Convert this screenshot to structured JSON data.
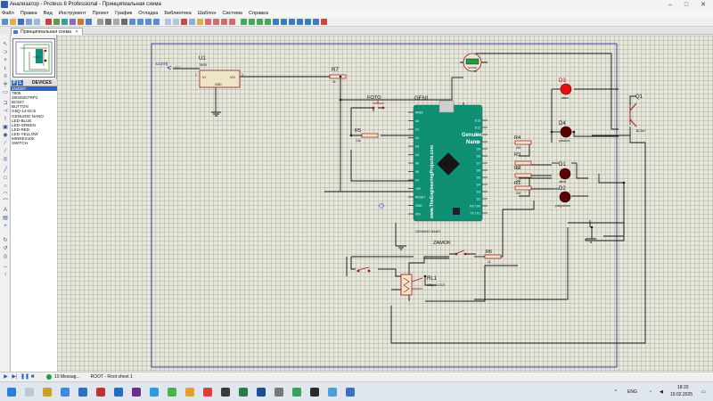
{
  "window": {
    "title": "Анализатор - Proteus 8 Professional - Принципиальная схема",
    "minimize": "–",
    "maximize": "□",
    "close": "✕"
  },
  "menu": [
    "Файл",
    "Правка",
    "Вид",
    "Инструмент",
    "Проект",
    "График",
    "Отладка",
    "Библиотека",
    "Шаблон",
    "Система",
    "Справка"
  ],
  "tabs": {
    "active": "Принципиальная схема"
  },
  "devices": {
    "p_label": "P",
    "l_label": "L",
    "title": "DEVICES",
    "items": [
      "1N4007",
      "7805",
      "28045207RP2",
      "BC547",
      "BUTTON",
      "G5Q-14-DC5",
      "GENUINO NANO",
      "LED-BLUE",
      "LED-GREEN",
      "LED-RED",
      "LED-YELLOW",
      "MINRES10K",
      "SWITCH"
    ],
    "selected_index": 0
  },
  "schematic": {
    "u1": {
      "ref": "U1",
      "part": "7805",
      "vi": "VI",
      "vo": "VO",
      "gnd": "GND",
      "pin1": "1",
      "pin3": "3"
    },
    "input": {
      "label": "U1(VI)",
      "value": "5VS"
    },
    "r7": {
      "ref": "R7",
      "value": "1k"
    },
    "r5": {
      "ref": "R5",
      "value": "10k"
    },
    "r4": {
      "ref": "R4",
      "value": "220"
    },
    "r3": {
      "ref": "R3",
      "value": "220"
    },
    "r2": {
      "ref": "R2",
      "value": "220"
    },
    "r1": {
      "ref": "R1",
      "value": "220"
    },
    "r6": {
      "ref": "R6",
      "value": "1k"
    },
    "foto": {
      "ref": "FOTO"
    },
    "zamok": {
      "ref": "ZAMOK"
    },
    "gen": {
      "ref": "GEN1",
      "part": "GENUINO NANO",
      "brand": "Genuino",
      "brand2": "Nano",
      "url": "www.TheEngineeringProjects.com",
      "left_pins": [
        "AREF",
        "A0",
        "A1",
        "A2",
        "A3",
        "A4",
        "A5",
        "A6",
        "A7",
        "+5V",
        "RESET",
        "GND",
        "VIN"
      ],
      "right_pins": [
        "D13",
        "D12",
        "D11",
        "D10",
        "D9",
        "D8",
        "D7",
        "D6",
        "D5",
        "D4",
        "D3",
        "D2",
        "RX / D0",
        "TX / D1"
      ]
    },
    "d3": {
      "ref": "D3",
      "value": "alarm"
    },
    "d4": {
      "ref": "D4",
      "value": "podacha"
    },
    "d1": {
      "ref": "D1",
      "value": "otkrat"
    },
    "d2": {
      "ref": "D2",
      "value": "podgotovka"
    },
    "q1": {
      "ref": "Q1",
      "value": "BC547"
    },
    "rl1": {
      "ref": "RL1",
      "value": "G5Q-14-DC5"
    },
    "buzzer": {
      "value": "SOUND"
    }
  },
  "status": {
    "messages": "10 Messag...",
    "sheet": "ROOT - Root sheet 1"
  },
  "taskbar": {
    "lang": "ENG",
    "time": "18:33",
    "date": "19.02.2025"
  },
  "colors": {
    "wire": "#1a1a1a",
    "part_red": "#9b1c1c",
    "led_dark": "#5a0000",
    "led_on": "#e21010",
    "board": "#0f8f74",
    "frame": "#20208a",
    "label_blue": "#0b0b8a"
  }
}
